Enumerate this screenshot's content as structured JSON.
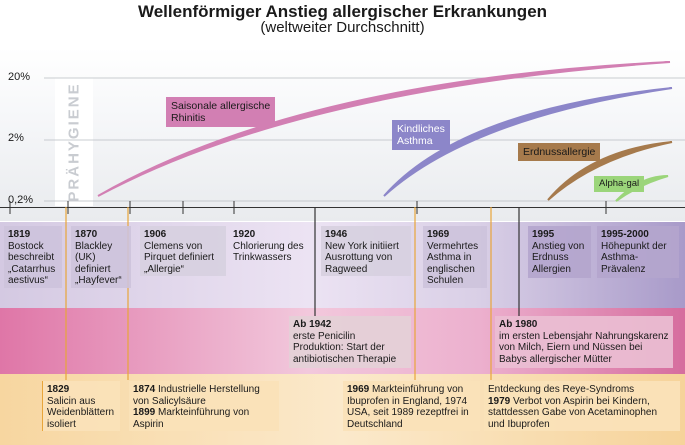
{
  "title": "Wellenförmiger Anstieg allergischer Erkrankungen",
  "subtitle": "(weltweiter Durchschnitt)",
  "y_ticks": [
    "20%",
    "2%",
    "0,2%"
  ],
  "praehygiene": "PRÄHYGIENE",
  "curves": [
    {
      "name": "Saisonale allergische Rhinitis",
      "label_line1": "Saisonale allergische",
      "label_line2": "Rhinitis",
      "color": "#d484b7"
    },
    {
      "name": "Kindliches Asthma",
      "label_line1": "Kindliches",
      "label_line2": "Asthma",
      "color": "#8a81c6"
    },
    {
      "name": "Erdnussallergie",
      "label_line1": "Erdnussallergie",
      "color": "#a37a4d"
    },
    {
      "name": "Alpha-gal",
      "label_line1": "Alpha-gal",
      "color": "#9fd87a"
    }
  ],
  "timeline_top": [
    {
      "year": "1819",
      "text": "Bostock beschreibt „Catarrhus aestivus“"
    },
    {
      "year": "1870",
      "text": "Blackley (UK) definiert „Hayfever“"
    },
    {
      "year": "1906",
      "text": "Clemens von Pirquet definiert „Allergie“"
    },
    {
      "year": "1920",
      "text": "Chlorierung des Trinkwassers"
    },
    {
      "year": "1946",
      "text": "New York initiiert Ausrottung von Ragweed"
    },
    {
      "year": "1969",
      "text": "Vermehrtes Asthma in englischen Schulen"
    },
    {
      "year": "1995",
      "text": "Anstieg von Erdnuss Allergien"
    },
    {
      "year": "1995-2000",
      "text": "Höhepunkt der Asthma-Prävalenz"
    }
  ],
  "timeline_mid": [
    {
      "year": "Ab 1942",
      "text": "erste Penicilin Produktion: Start der antibiotischen Therapie"
    },
    {
      "year": "Ab 1980",
      "text": "im ersten Lebensjahr Nahrungskarenz von Milch, Eiern und Nüssen bei Babys allergischer Mütter"
    }
  ],
  "timeline_bottom": [
    {
      "year": "1829",
      "text": "Salicin aus Weidenblättern isoliert"
    },
    {
      "year1": "1874",
      "text1": "Industrielle Herstellung von Salicylsäure",
      "year2": "1899",
      "text2": "Markteinführung von Aspirin"
    },
    {
      "year": "1969",
      "text": "Markteinführung von Ibuprofen in England, 1974 USA, seit 1989 rezeptfrei in Deutschland"
    },
    {
      "intro": "Entdeckung des Reye-Syndroms",
      "year": "1979",
      "text": "Verbot von Aspirin bei Kindern, stattdessen Gabe von Acetaminophen und Ibuprofen"
    }
  ]
}
